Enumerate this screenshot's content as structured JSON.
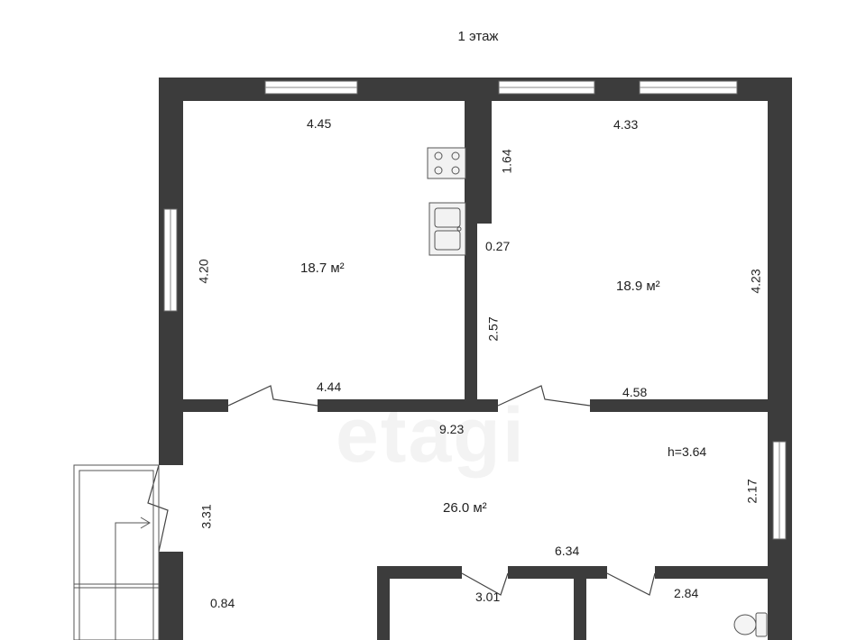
{
  "floor_title": "1 этаж",
  "watermark": "etagi",
  "colors": {
    "wall": "#3c3c3c",
    "window": "#ffffff",
    "line": "#666666",
    "background": "#ffffff"
  },
  "rooms": [
    {
      "id": "kitchen",
      "area": "18.7 м²",
      "fixtures": [
        "stove-icon",
        "sink-icon"
      ]
    },
    {
      "id": "bedroom",
      "area": "18.9 м²"
    },
    {
      "id": "living",
      "area": "26.0 м²",
      "ceiling_height": "h=3.64"
    },
    {
      "id": "bathroom",
      "fixtures": [
        "toilet-icon"
      ]
    }
  ],
  "dimensions": {
    "kitchen_top": "4.45",
    "kitchen_left": "4.20",
    "kitchen_bottom": "4.44",
    "partition_upper": "1.64",
    "partition_gap": "0.27",
    "partition_lower": "2.57",
    "bedroom_top": "4.33",
    "bedroom_right": "4.23",
    "bedroom_bottom": "4.58",
    "hall_width": "9.23",
    "hall_right": "2.17",
    "hall_left": "3.31",
    "entry": "0.84",
    "hall_lower": "6.34",
    "room_small_a": "3.01",
    "room_small_b": "2.84"
  }
}
